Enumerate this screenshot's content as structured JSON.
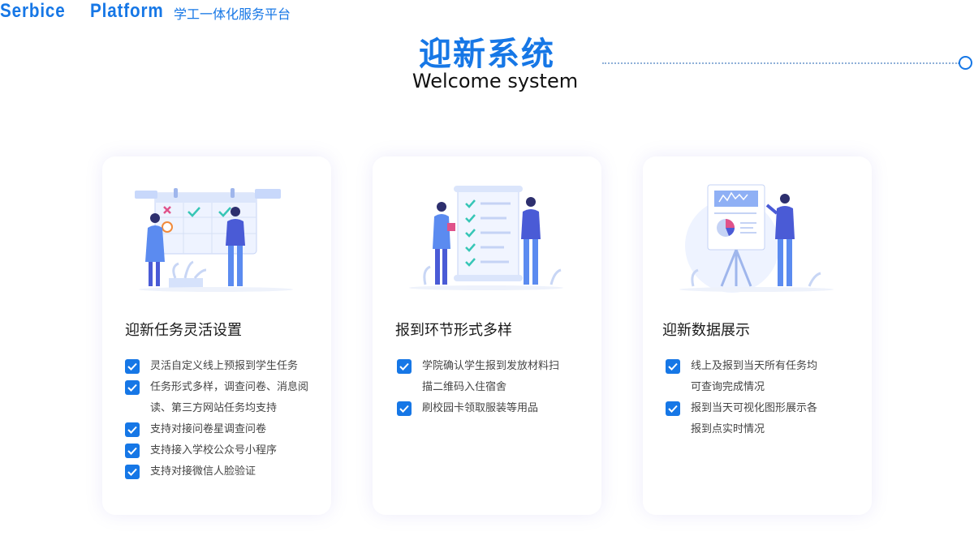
{
  "brand": {
    "name_en": "Serbice  Platform",
    "name_cn": "学工一体化服务平台",
    "accent": "#1677e6"
  },
  "hero": {
    "title": "迎新系统",
    "subtitle": "Welcome system"
  },
  "cards": [
    {
      "title": "迎新任务灵活设置",
      "illustration_icon": "calendar-task-illustration",
      "features": [
        "灵活自定义线上预报到学生任务",
        "任务形式多样，调查问卷、消息阅读、第三方网站任务均支持",
        "支持对接问卷星调查问卷",
        "支持接入学校公众号小程序",
        "支持对接微信人脸验证"
      ]
    },
    {
      "title": "报到环节形式多样",
      "illustration_icon": "checklist-scroll-illustration",
      "features": [
        "学院确认学生报到发放材料扫描二维码入住宿舍",
        "刷校园卡领取服装等用品"
      ]
    },
    {
      "title": "迎新数据展示",
      "illustration_icon": "presentation-board-illustration",
      "features": [
        "线上及报到当天所有任务均可查询完成情况",
        "报到当天可视化图形展示各报到点实时情况"
      ]
    }
  ]
}
